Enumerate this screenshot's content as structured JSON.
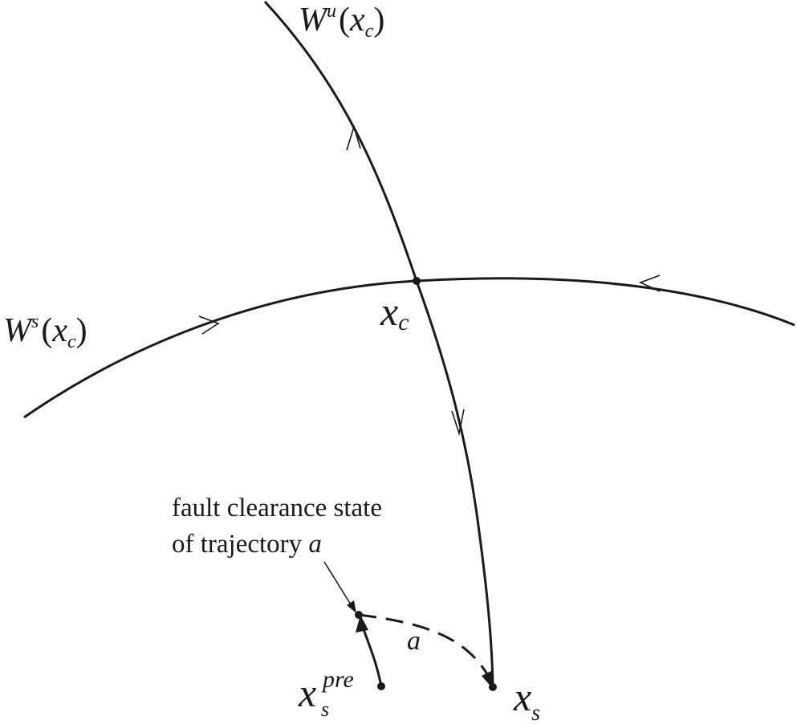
{
  "labels": {
    "unstable_manifold": {
      "main": "W",
      "sup": "u",
      "arg_open": "(",
      "arg_var": "x",
      "arg_sub": "c",
      "arg_close": ")"
    },
    "stable_manifold": {
      "main": "W",
      "sup": "s",
      "arg_open": "(",
      "arg_var": "x",
      "arg_sub": "c",
      "arg_close": ")"
    },
    "critical_point": {
      "var": "x",
      "sub": "c"
    },
    "stable_equilibrium": {
      "var": "x",
      "sub": "s"
    },
    "pre_fault_state": {
      "var": "x",
      "sub": "s",
      "sup": "pre"
    },
    "trajectory_label": "a",
    "annotation_line1": "fault clearance state",
    "annotation_line2_prefix": "of trajectory ",
    "annotation_line2_var": "a"
  }
}
